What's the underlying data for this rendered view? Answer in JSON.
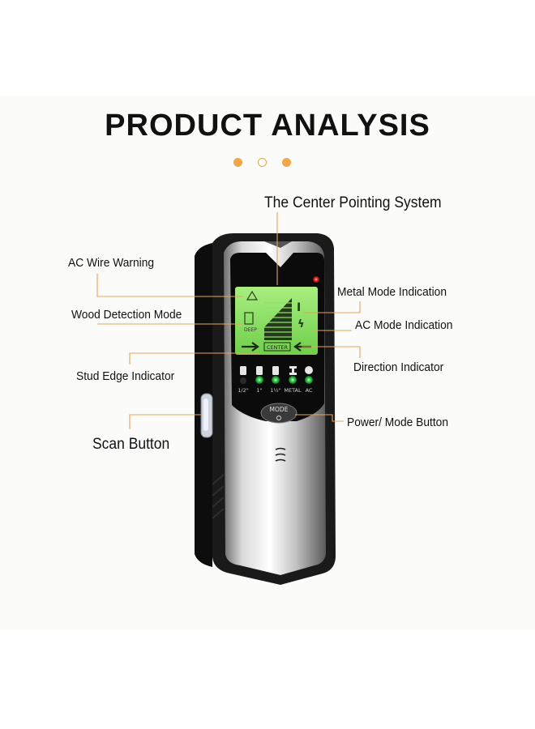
{
  "title": "PRODUCT ANALYSIS",
  "callouts": {
    "center_pointing": "The Center Pointing System",
    "ac_wire_warning": "AC Wire Warning",
    "metal_mode": "Metal Mode Indication",
    "wood_detection": "Wood Detection Mode",
    "ac_mode": "AC Mode Indication",
    "direction_indicator": "Direction Indicator",
    "stud_edge": "Stud Edge Indicator",
    "power_mode": "Power/ Mode Button",
    "scan_button": "Scan Button"
  },
  "device": {
    "lcd_deep": "DEEP",
    "lcd_center": "CENTER",
    "indicators": [
      "1/2\"",
      "1\"",
      "1½\"",
      "METAL",
      "AC"
    ],
    "mode_button": "MODE"
  },
  "colors": {
    "accent": "#f0a64b",
    "lcd": "#8fe06a",
    "led_green": "#32d14a",
    "led_red": "#e8272b",
    "callout_line": "#e8a45a"
  }
}
